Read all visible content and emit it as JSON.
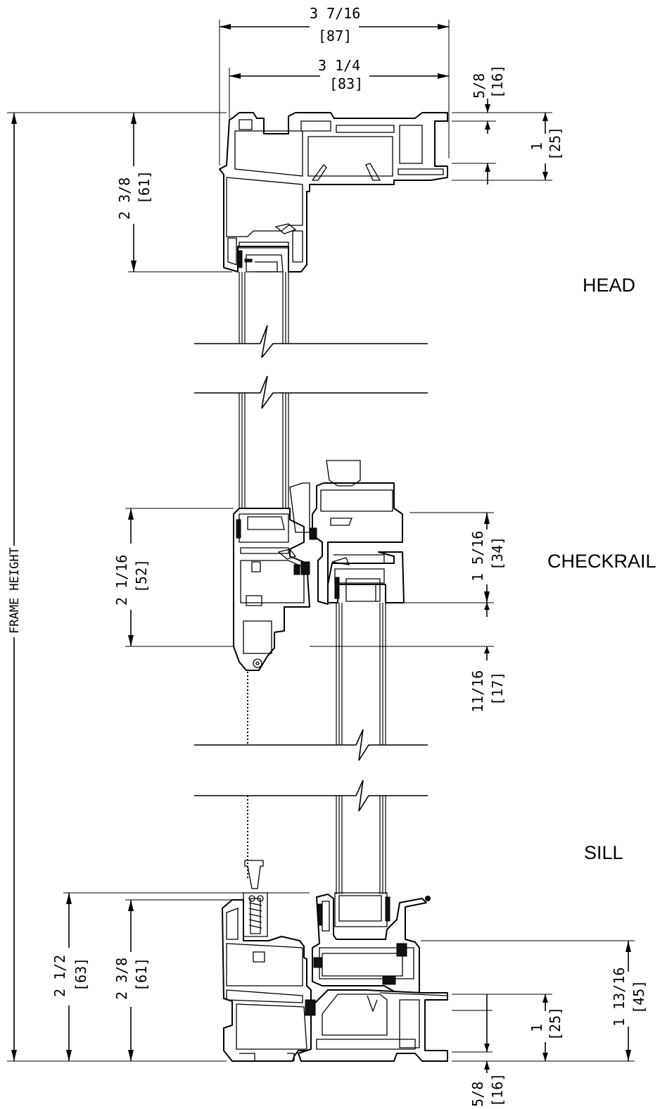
{
  "sections": {
    "head": "HEAD",
    "checkrail": "CHECKRAIL",
    "sill": "SILL"
  },
  "frame_height_label": "FRAME HEIGHT",
  "dimensions": {
    "overall_width": {
      "imperial": "3 7/16",
      "metric": "[87]"
    },
    "inner_width": {
      "imperial": "3 1/4",
      "metric": "[83]"
    },
    "head_top_offset": {
      "imperial": "5/8",
      "metric": "[16]"
    },
    "head_jamb": {
      "imperial": "1",
      "metric": "[25]"
    },
    "head_height": {
      "imperial": "2 3/8",
      "metric": "[61]"
    },
    "checkrail_height": {
      "imperial": "2 1/16",
      "metric": "[52]"
    },
    "checkrail_upper": {
      "imperial": "1 5/16",
      "metric": "[34]"
    },
    "checkrail_lower": {
      "imperial": "11/16",
      "metric": "[17]"
    },
    "sill_outer": {
      "imperial": "2 1/2",
      "metric": "[63]"
    },
    "sill_inner": {
      "imperial": "2 3/8",
      "metric": "[61]"
    },
    "sill_sash": {
      "imperial": "1 13/16",
      "metric": "[45]"
    },
    "sill_jamb": {
      "imperial": "1",
      "metric": "[25]"
    },
    "sill_bottom_offset": {
      "imperial": "5/8",
      "metric": "[16]"
    }
  }
}
